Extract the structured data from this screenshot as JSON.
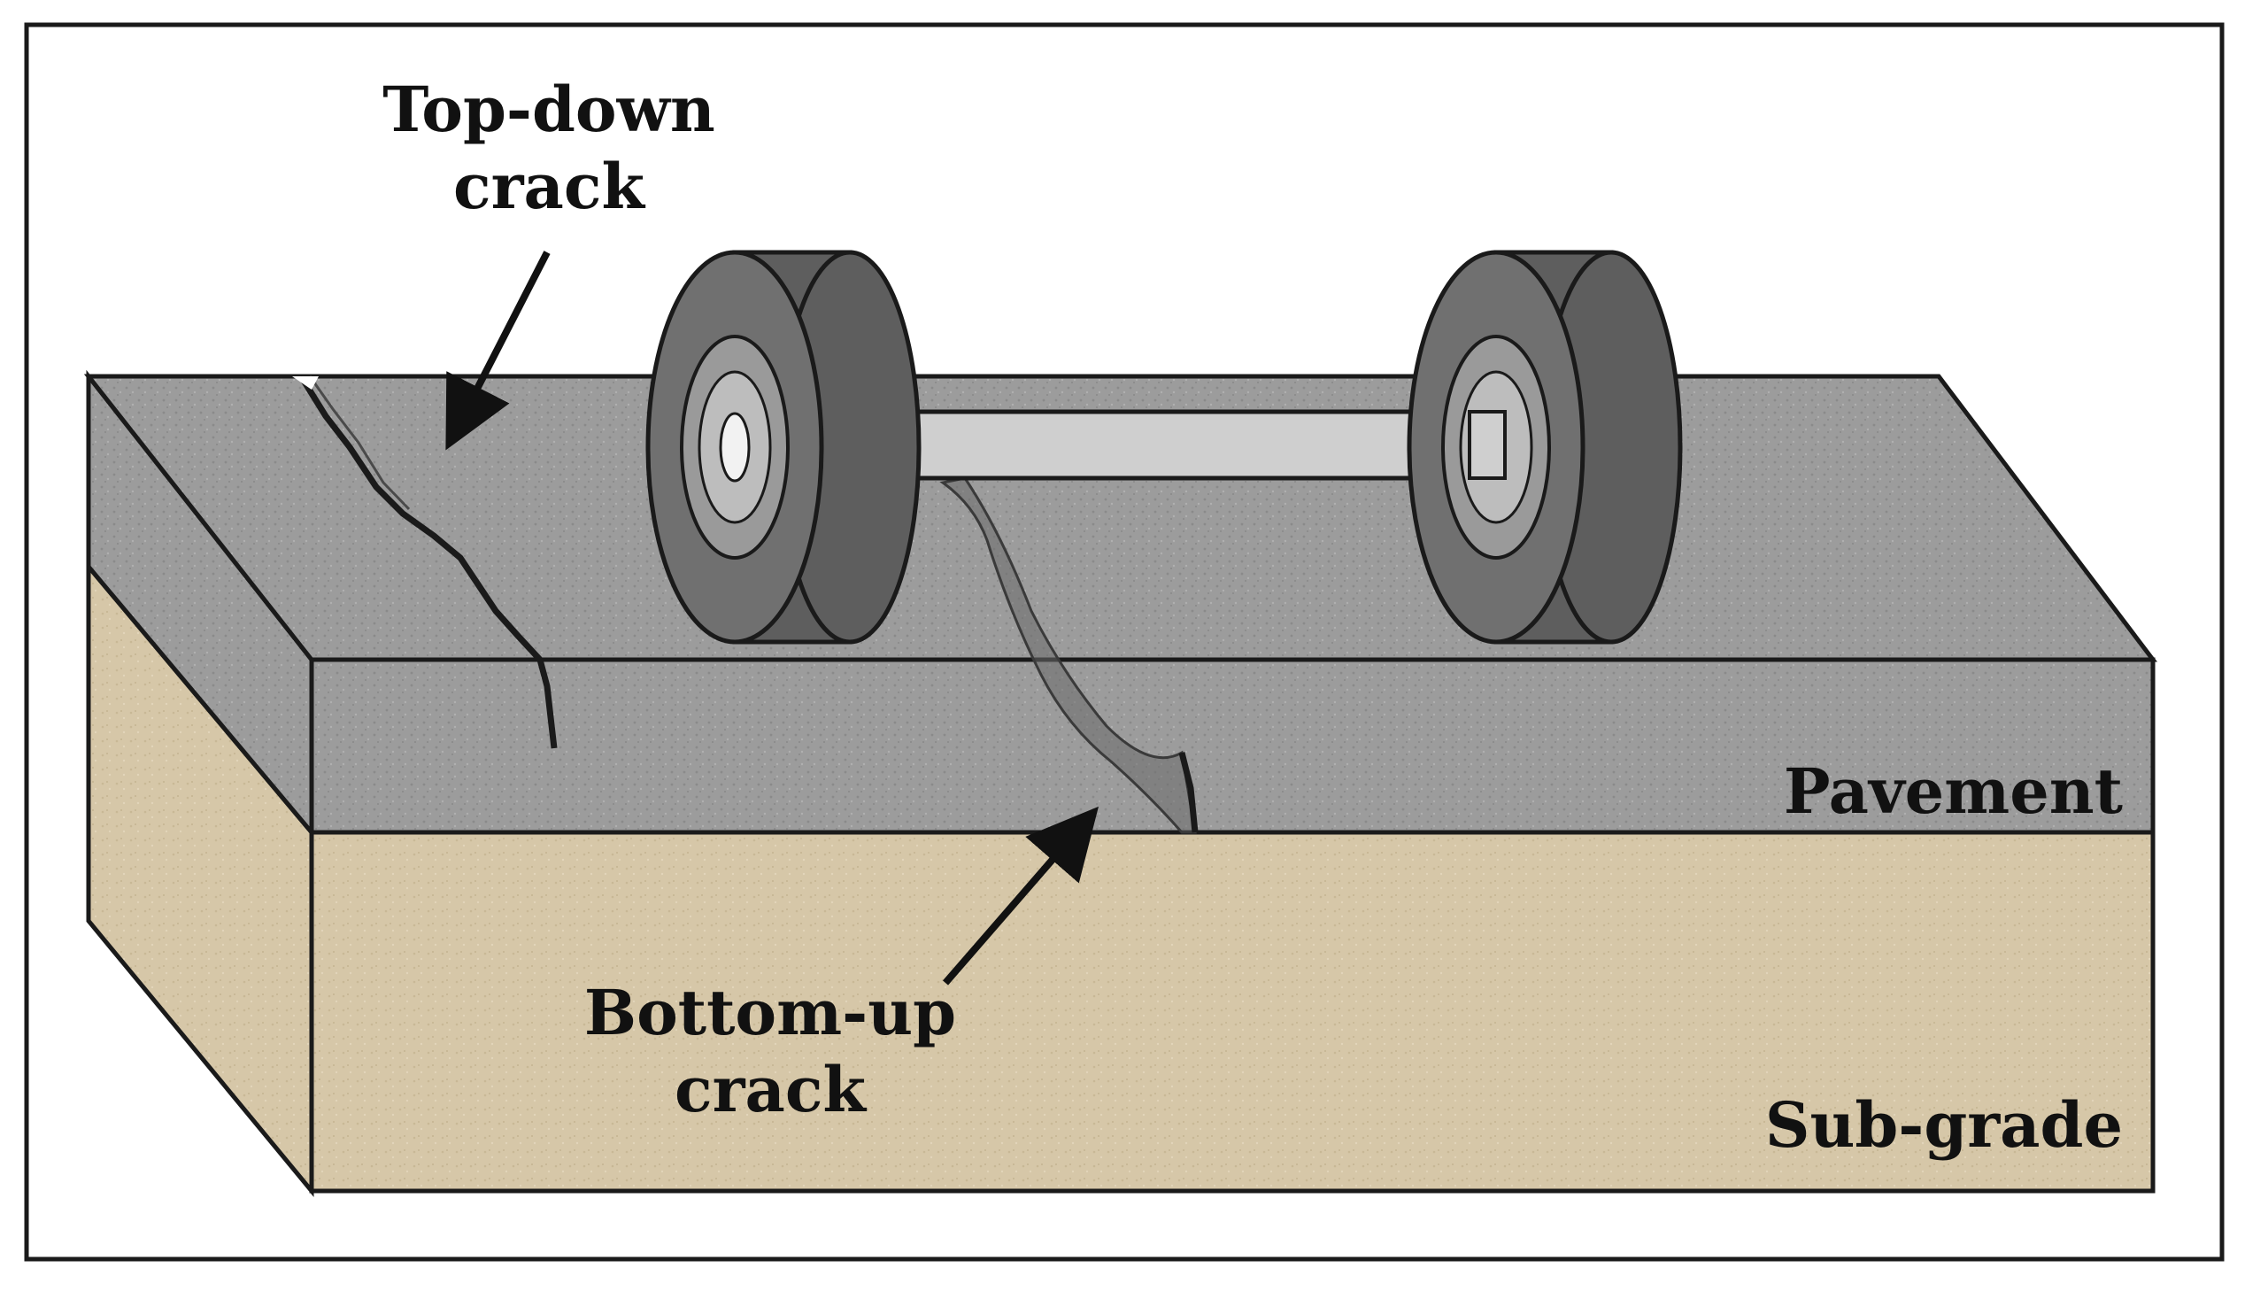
{
  "labels": {
    "top_down_line1": "Top-down",
    "top_down_line2": "crack",
    "bottom_up_line1": "Bottom-up",
    "bottom_up_line2": "crack",
    "pavement": "Pavement",
    "subgrade": "Sub-grade"
  },
  "colors": {
    "pavement_top": "#9a9a9a",
    "pavement_side": "#a6a6a6",
    "subgrade_front": "#d5c6a6",
    "subgrade_side": "#cbbb98",
    "tire": "#6e6e6e",
    "tire_tread": "#5a5a5a",
    "rim": "#b8b8b8",
    "axle": "#c8c8c8",
    "outline": "#1a1a1a"
  },
  "icons": [
    "wheel-icon",
    "axle-icon",
    "arrow-icon"
  ]
}
